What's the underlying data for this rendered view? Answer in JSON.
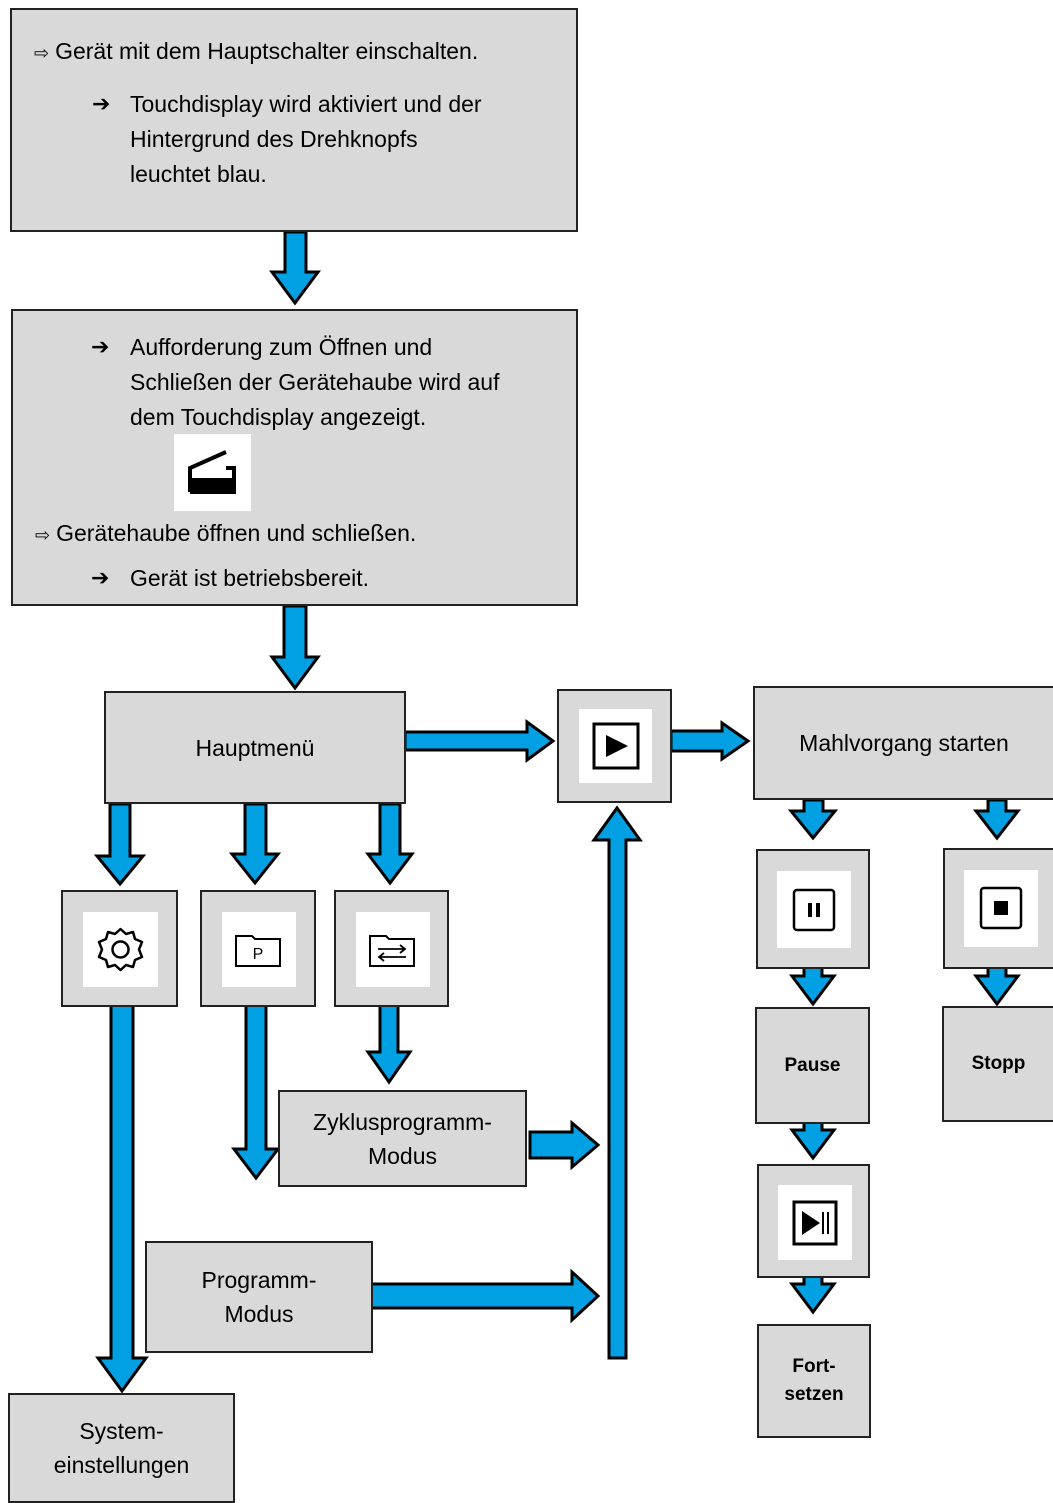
{
  "step1": {
    "instruction_marker": "⇨",
    "instruction": "Gerät mit dem Hauptschalter einschalten.",
    "result_marker": "➔",
    "result_lines": [
      "Touchdisplay wird aktiviert und der",
      "Hintergrund des Drehknopfs",
      "leuchtet blau."
    ]
  },
  "step2": {
    "result_marker": "➔",
    "result_lines": [
      "Aufforderung zum Öffnen und",
      "Schließen der Gerätehaube wird auf",
      "dem Touchdisplay angezeigt."
    ],
    "lid_icon": "lid-icon",
    "instruction_marker": "⇨",
    "instruction": "Gerätehaube öffnen und schließen.",
    "ready_marker": "➔",
    "ready": "Gerät ist betriebsbereit."
  },
  "nodes": {
    "main_menu": "Hauptmenü",
    "start_grinding": "Mahlvorgang starten",
    "cycle_mode": [
      "Zyklusprogramm-",
      "Modus"
    ],
    "program_mode": [
      "Programm-",
      "Modus"
    ],
    "system_settings": [
      "System-",
      "einstellungen"
    ],
    "pause": "Pause",
    "stop": "Stopp",
    "continue": [
      "Fort-",
      "setzen"
    ]
  },
  "icons": {
    "play": "play-icon",
    "settings": "gear-icon",
    "program_folder": "program-folder-icon",
    "program_folder_letter": "P",
    "cycle_folder": "cycle-folder-icon",
    "pause": "pause-icon",
    "stop": "stop-icon",
    "resume": "resume-icon"
  },
  "colors": {
    "box_fill": "#d9d9d9",
    "arrow_fill": "#00a0e3",
    "outline": "#000000"
  }
}
